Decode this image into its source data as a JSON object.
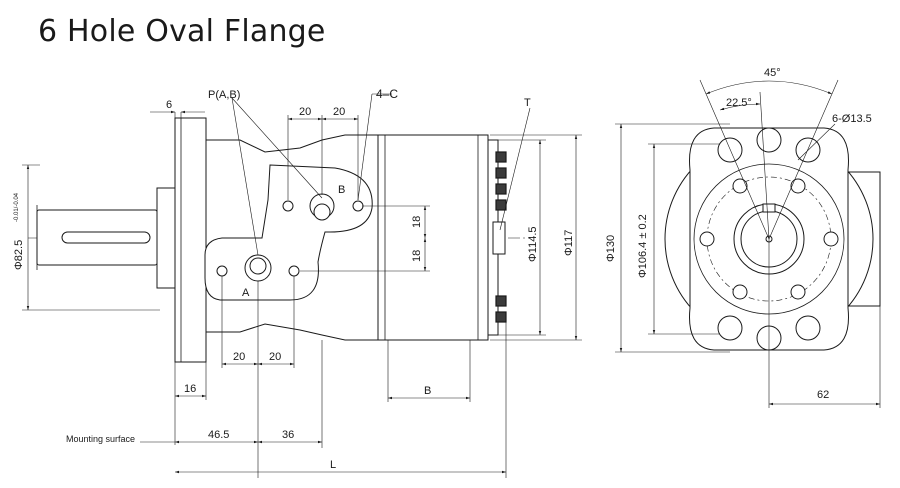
{
  "title": "6 Hole Oval Flange",
  "labels": {
    "ports": "P(A,B)",
    "holes_c": "4–C",
    "t": "T",
    "port_a": "A",
    "port_b": "B",
    "mounting_surface": "Mounting surface",
    "d6": "6",
    "d20a": "20",
    "d20b": "20",
    "d20c": "20",
    "d20d": "20",
    "d18a": "18",
    "d18b": "18",
    "d16": "16",
    "d46_5": "46.5",
    "d36": "36",
    "dL": "L",
    "dB": "B",
    "d114_5": "Φ114.5",
    "d117": "Φ117",
    "d82_5": "Φ82.5",
    "d82_5_tol": "-0.01/-0.04",
    "d130": "Φ130",
    "d106_4": "Φ106.4 ± 0.2",
    "a45": "45°",
    "a22_5": "22.5°",
    "holes6": "6-Ø13.5",
    "d62": "62"
  }
}
